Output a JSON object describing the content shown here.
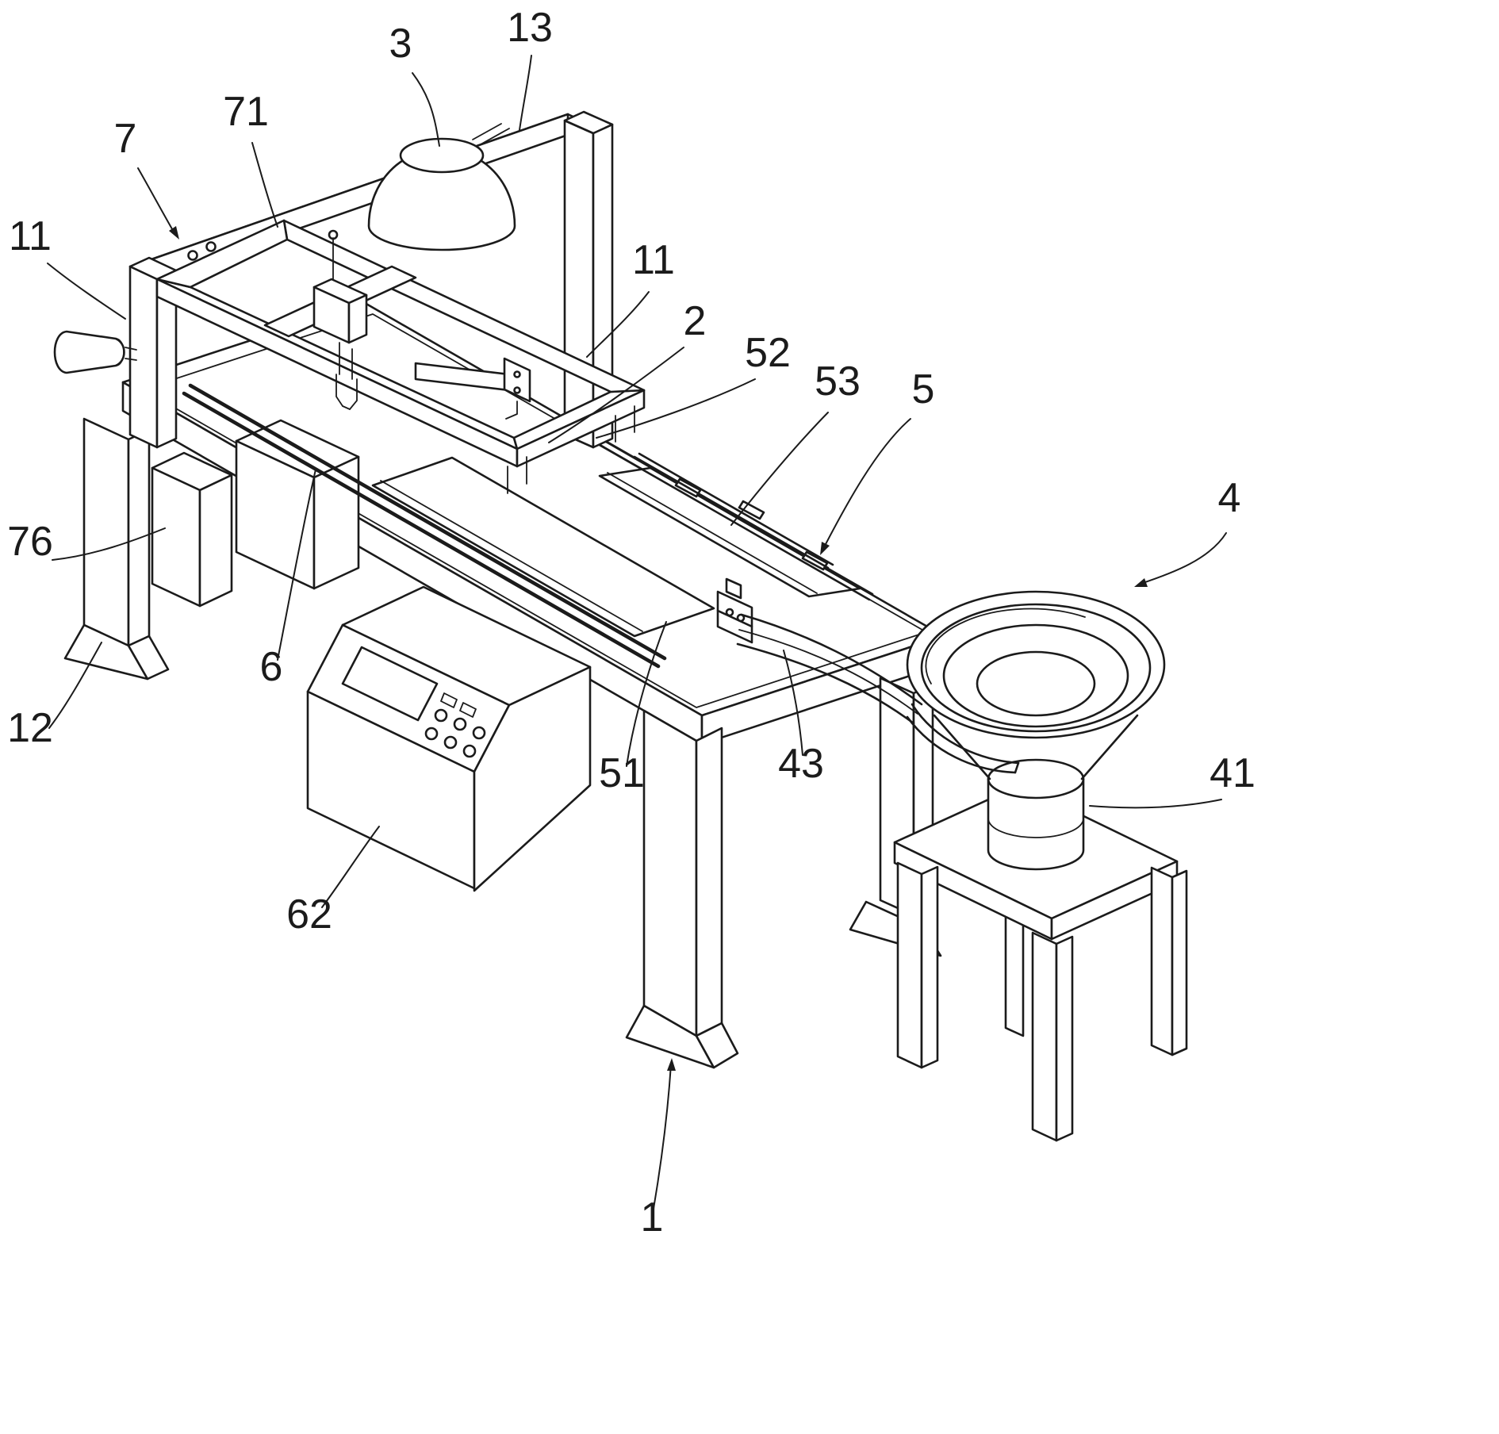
{
  "figure": {
    "title": "Patent-style isometric line drawing of an assembly machine with vibratory bowl feeder",
    "background_color": "#ffffff",
    "line_color": "#1b1b1b",
    "labels": {
      "l3": "3",
      "l13": "13",
      "l71": "71",
      "l7": "7",
      "l11a": "11",
      "l11b": "11",
      "l2": "2",
      "l52": "52",
      "l53": "53",
      "l5": "5",
      "l4": "4",
      "l76": "76",
      "l6": "6",
      "l12": "12",
      "l51": "51",
      "l43": "43",
      "l41": "41",
      "l62": "62",
      "l1": "1"
    }
  }
}
